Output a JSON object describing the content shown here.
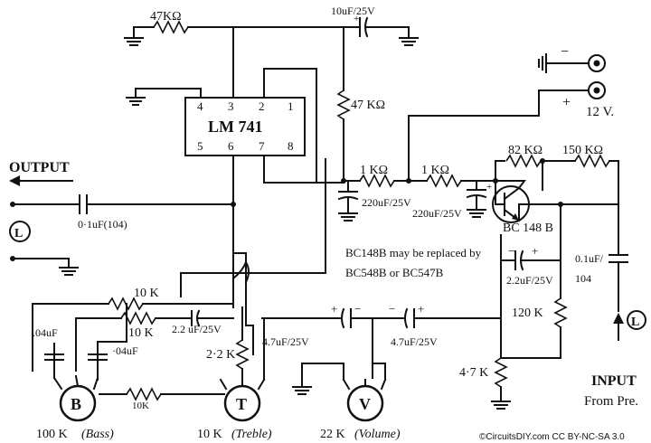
{
  "ic": {
    "name": "LM 741",
    "pins": [
      "4",
      "3",
      "2",
      "1",
      "5",
      "6",
      "7",
      "8"
    ]
  },
  "labels": {
    "r_top": "47KΩ",
    "c_10uf": "10uF/25V",
    "r_mid": "47 KΩ",
    "r_1k_a": "1 KΩ",
    "r_1k_b": "1 KΩ",
    "c_220_a": "220uF/25V",
    "c_220_b": "220uF/25V",
    "r_82k": "82 KΩ",
    "r_150k": "150 KΩ",
    "transistor": "BC 148 B",
    "c_2_2_emitter": "2.2uF/25V",
    "r_120k": "120 K",
    "c_0_1_in": "0.1uF/",
    "c_0_1_in_code": "104",
    "r_4_7k": "4·7 K",
    "c_4_7_a": "4.7uF/25V",
    "c_4_7_b": "4.7uF/25V",
    "c_0_1_out": "0·1uF(104)",
    "r_10k_a": "10 K",
    "r_10k_b": "10 K",
    "c_2_2_tone": "2.2 uF/25V",
    "r_2_2k": "2·2 K",
    "c_04_a": ".04uF",
    "c_04_b": "·04uF",
    "r_10k_c": "10K"
  },
  "power": {
    "minus": "−",
    "plus": "+",
    "voltage": "12 V."
  },
  "note": {
    "line1": "BC148B may be replaced by",
    "line2": "BC548B or BC547B"
  },
  "output": {
    "title": "OUTPUT",
    "channel": "L"
  },
  "input": {
    "title": "INPUT",
    "subtitle": "From Pre.",
    "channel": "L"
  },
  "pots": [
    {
      "letter": "B",
      "value": "100 K",
      "name": "(Bass)"
    },
    {
      "letter": "T",
      "value": "10 K",
      "name": "(Treble)"
    },
    {
      "letter": "V",
      "value": "22 K",
      "name": "(Volume)"
    }
  ],
  "footer": {
    "credit": "©CircuitsDIY.com CC BY-NC-SA 3.0"
  }
}
